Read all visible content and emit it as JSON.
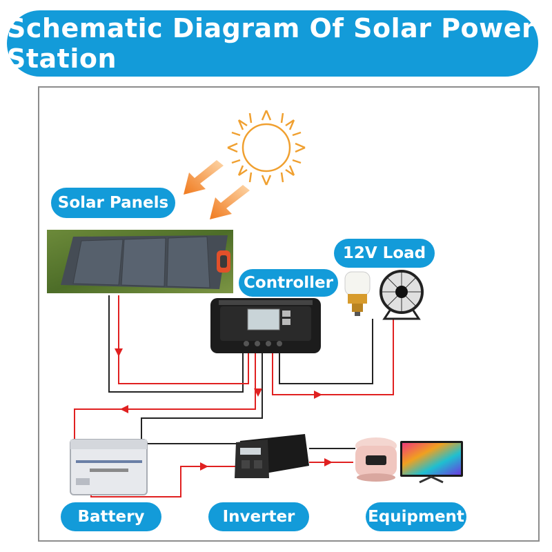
{
  "title": "Schematic Diagram Of Solar Power Station",
  "labels": {
    "solar_panels": "Solar Panels",
    "load": "12V Load",
    "controller": "Controller",
    "battery": "Battery",
    "inverter": "Inverter",
    "equipment": "Equipment"
  },
  "colors": {
    "accent": "#139bd9",
    "positive_wire": "#e02020",
    "negative_wire": "#222222",
    "sun": "#f0a030"
  },
  "icons": [
    "sun-icon",
    "sunlight-arrow-icon",
    "solar-panel-image",
    "charge-controller-image",
    "bulb-icon",
    "fan-icon",
    "battery-image",
    "inverter-image",
    "rice-cooker-icon",
    "tv-icon"
  ]
}
